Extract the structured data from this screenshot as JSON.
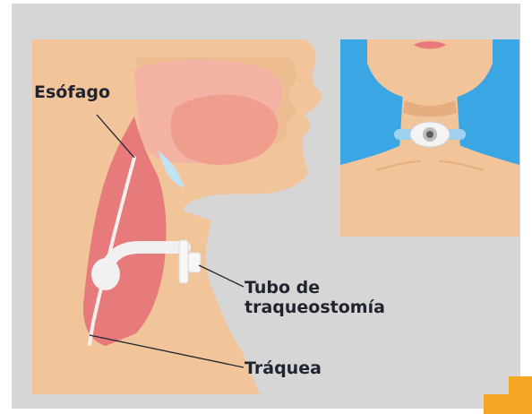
{
  "labels": {
    "esophagus": "Esófago",
    "tube_line1": "Tubo de",
    "tube_line2": "traqueostomía",
    "trachea": "Tráquea"
  },
  "colors": {
    "background_panel": "#d6d6d6",
    "skin": "#f2c49a",
    "skin_shadow": "#e6ae80",
    "mucosa": "#e77a7a",
    "mucosa_light": "#f3b2a4",
    "inset_background": "#3aa7e4",
    "tube": "#f1f1f1",
    "collar": "#9fd1ef",
    "corner_accent": "#f5a623",
    "text": "#1f2430"
  },
  "icons": {
    "corner": "corner-accent-icon"
  }
}
